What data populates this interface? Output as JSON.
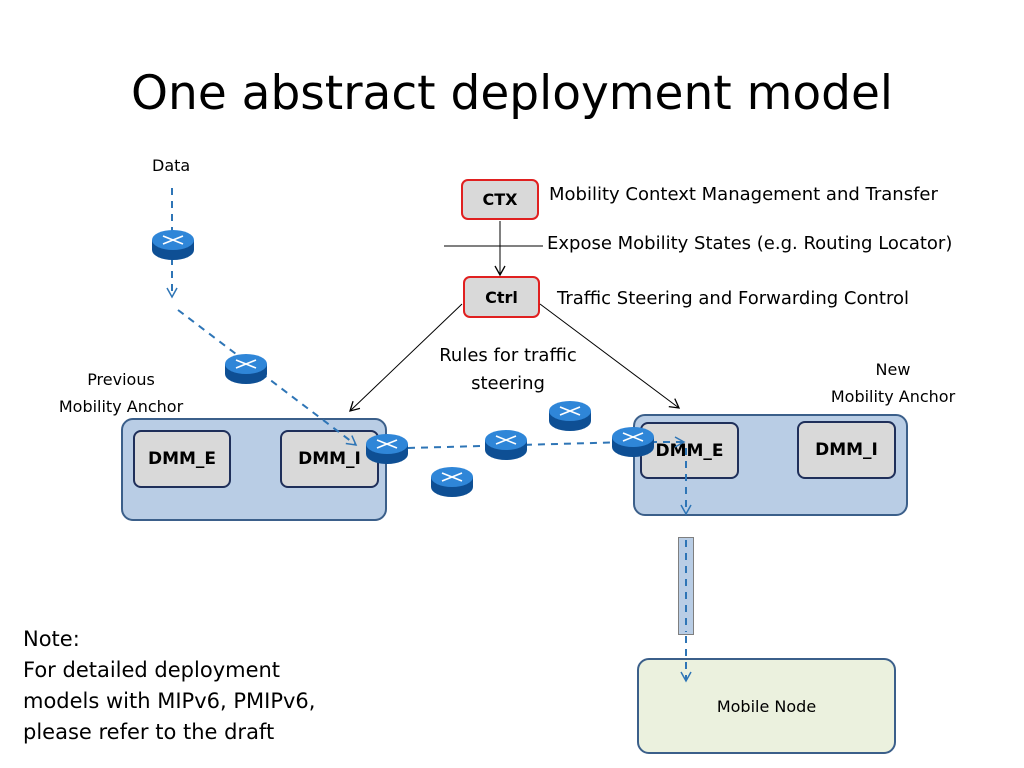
{
  "title": "One abstract deployment model",
  "labels": {
    "data": "Data",
    "ctx": "CTX",
    "ctrl": "Ctrl",
    "mobility_context": "Mobility Context Management and Transfer",
    "expose_states": "Expose Mobility States (e.g. Routing Locator)",
    "traffic_steering": "Traffic Steering and Forwarding Control",
    "rules_line1": "Rules for traffic",
    "rules_line2": "steering",
    "previous_line1": "Previous",
    "previous_line2": "Mobility Anchor",
    "new_line1": "New",
    "new_line2": "Mobility Anchor",
    "dmm_e": "DMM_E",
    "dmm_i": "DMM_I",
    "mobile_node": "Mobile Node"
  },
  "note": {
    "line1": "Note:",
    "line2": "For detailed deployment",
    "line3": "models with MIPv6, PMIPv6,",
    "line4": "please refer to the draft"
  },
  "colors": {
    "router_fill": "#1f6fc8",
    "flow_line": "#2e75b6",
    "ctrl_border": "#e02020",
    "anchor_fill": "#b9cde5",
    "mobile_node_fill": "#ebf1de"
  },
  "icons": {
    "router": "router-icon"
  }
}
